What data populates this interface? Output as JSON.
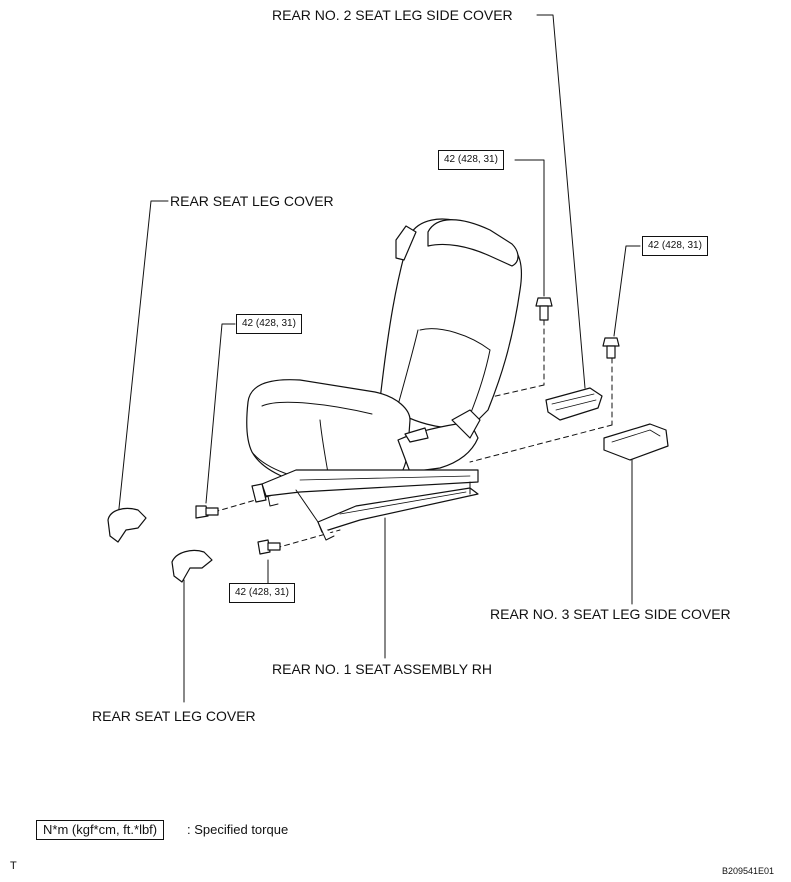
{
  "callouts": {
    "rear_no2_side_cover": "REAR NO. 2 SEAT LEG SIDE COVER",
    "rear_leg_cover_top": "REAR SEAT LEG COVER",
    "rear_no3_side_cover": "REAR NO. 3 SEAT LEG SIDE COVER",
    "rear_no1_assembly": "REAR NO. 1 SEAT ASSEMBLY RH",
    "rear_leg_cover_bottom": "REAR SEAT LEG COVER"
  },
  "torque_values": {
    "top_center": "42 (428, 31)",
    "top_right": "42 (428, 31)",
    "left": "42 (428, 31)",
    "bottom": "42 (428, 31)"
  },
  "legend": {
    "unit": "N*m (kgf*cm, ft.*lbf)",
    "description": ": Specified torque"
  },
  "footer": {
    "mark": "T",
    "code": "B209541E01"
  }
}
